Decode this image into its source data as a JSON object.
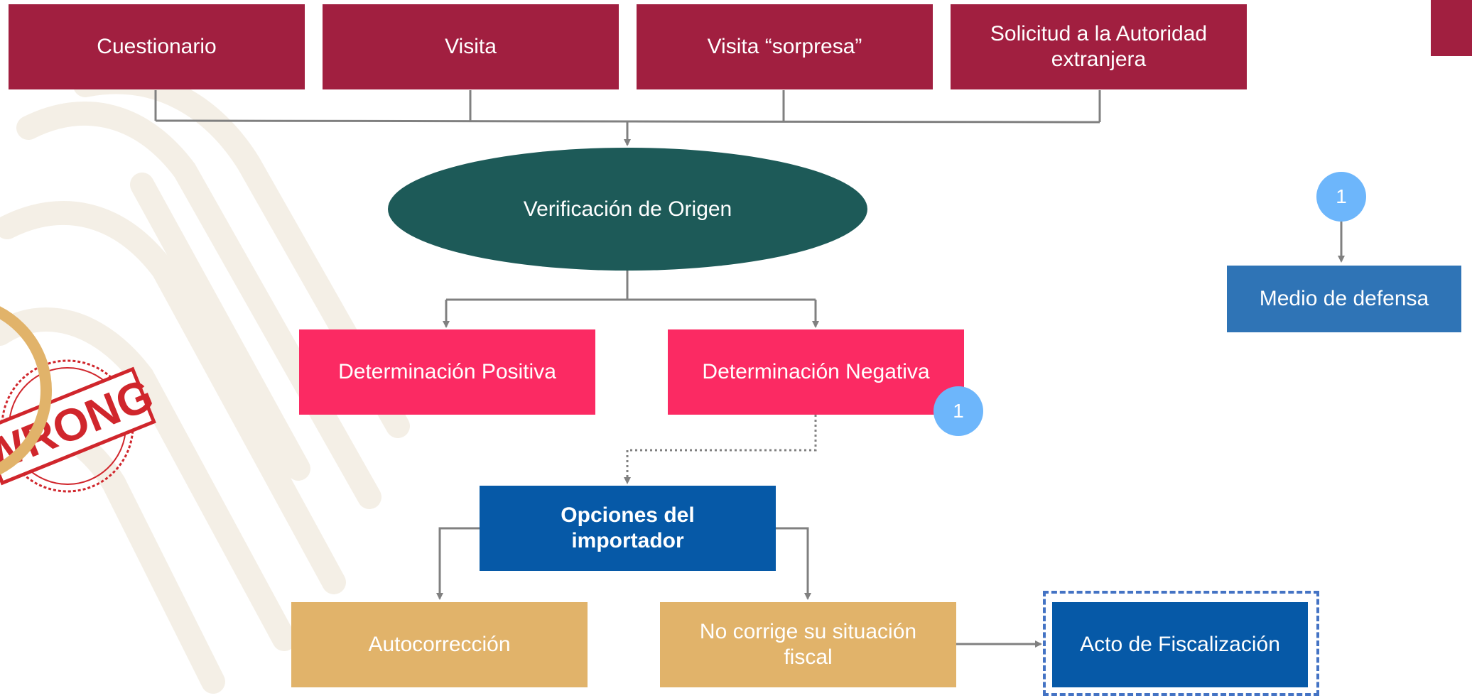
{
  "sources": [
    {
      "label": "Cuestionario"
    },
    {
      "label": "Visita"
    },
    {
      "label": "Visita “sorpresa”"
    },
    {
      "label": "Solicitud a la Autoridad extranjera"
    }
  ],
  "central": {
    "label": "Verificación de Origen"
  },
  "determinations": {
    "positive": "Determinación Positiva",
    "negative": "Determinación Negativa"
  },
  "options": {
    "label": "Opciones del importador"
  },
  "outcomes": {
    "self_correction": "Autocorrección",
    "no_correction": "No corrige su situación fiscal",
    "audit": "Acto de Fiscalización"
  },
  "defense": {
    "label": "Medio de defensa"
  },
  "badges": {
    "negative_marker": "1",
    "defense_marker": "1"
  },
  "stamp": {
    "text": "WRONG"
  },
  "colors": {
    "maroon": "#a11f40",
    "teal": "#1d5a58",
    "pink": "#fb2a63",
    "blue": "#0659a7",
    "gold": "#e1b36a",
    "steel_blue": "#2f74b6",
    "badge_blue": "#6db6fb",
    "connector_gray": "#808080",
    "stamp_red": "#d0262c"
  }
}
